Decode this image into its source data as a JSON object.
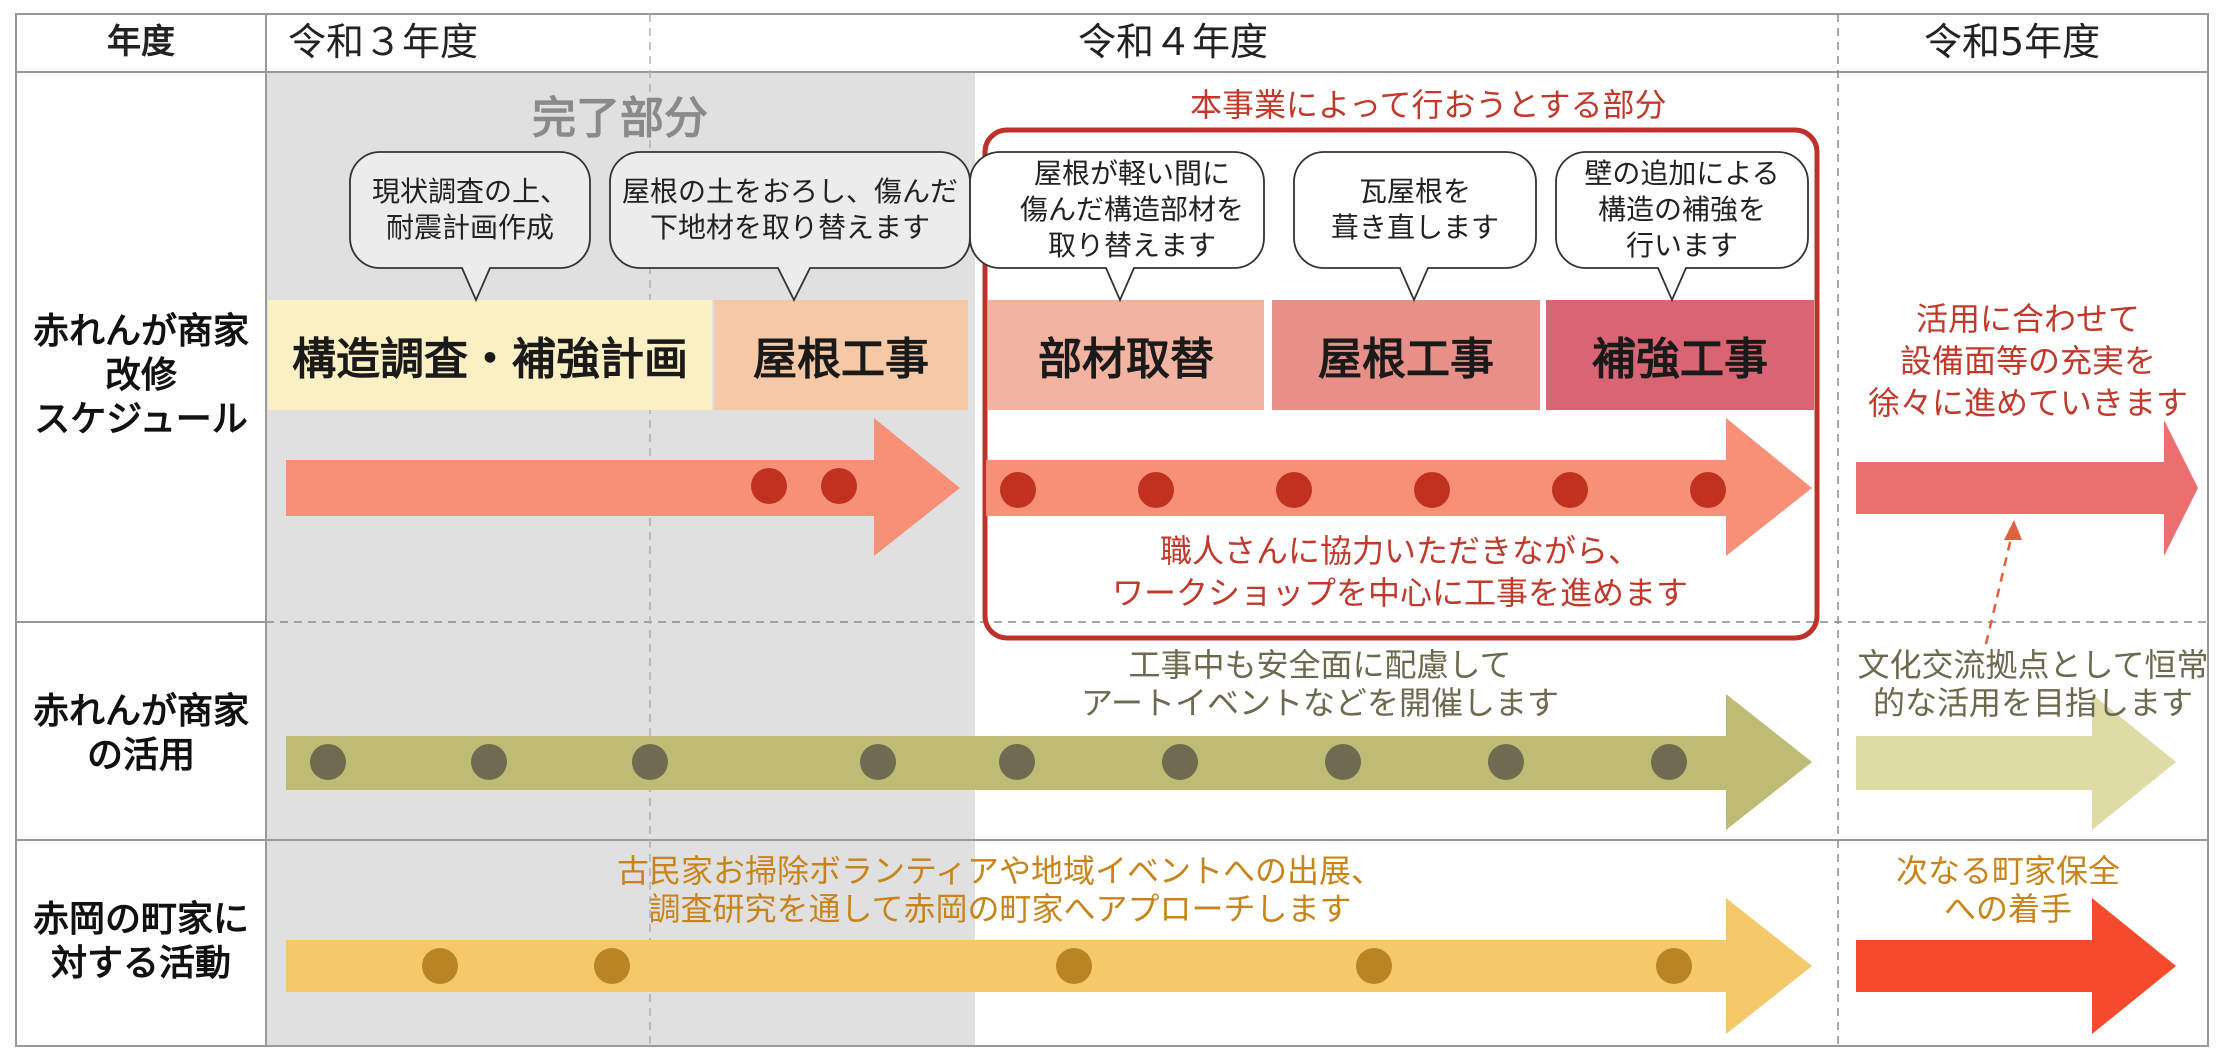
{
  "header": {
    "label": "年度",
    "years": [
      "令和３年度",
      "令和４年度",
      "令和5年度"
    ]
  },
  "rows": {
    "schedule": [
      "赤れんが商家",
      "改修",
      "スケジュール"
    ],
    "utilization": [
      "赤れんが商家",
      "の活用"
    ],
    "activities": [
      "赤岡の町家に",
      "対する活動"
    ]
  },
  "completed_label": "完了部分",
  "project_label": "本事業によって行おうとする部分",
  "bubbles": {
    "b1": [
      "現状調査の上、",
      "耐震計画作成"
    ],
    "b2": [
      "屋根の土をおろし、傷んだ",
      "下地材を取り替えます"
    ],
    "b3": [
      "屋根が軽い間に",
      "傷んだ構造部材を",
      "取り替えます"
    ],
    "b4": [
      "瓦屋根を",
      "葺き直します"
    ],
    "b5": [
      "壁の追加による",
      "構造の補強を",
      "行います"
    ]
  },
  "tasks": {
    "t1": "構造調査・補強計画",
    "t2": "屋根工事",
    "t3": "部材取替",
    "t4": "屋根工事",
    "t5": "補強工事"
  },
  "notes": {
    "r5_schedule": [
      "活用に合わせて",
      "設備面等の充実を",
      "徐々に進めていきます"
    ],
    "workshop": [
      "職人さんに協力いただきながら、",
      "ワークショップを中心に工事を進めます"
    ],
    "event": [
      "工事中も安全面に配慮して",
      "アートイベントなどを開催します"
    ],
    "r5_util": [
      "文化交流拠点として恒常",
      "的な活用を目指します"
    ],
    "volunteer": [
      "古民家お掃除ボランティアや地域イベントへの出展、",
      "調査研究を通して赤岡の町家へアプローチします"
    ],
    "r5_next": [
      "次なる町家保全",
      "への着手"
    ]
  },
  "colors": {
    "completed_bg": "#e0e0e0",
    "project_border": "#c0302a",
    "task1": "#fbefc4",
    "task2": "#f6c9a6",
    "task3": "#f2b3a0",
    "task4": "#e89088",
    "task5": "#d96473",
    "arrow_schedule": "#f89078",
    "arrow_schedule_r5": "#ec7070",
    "dot_schedule": "#c0311f",
    "arrow_util": "#bdbb74",
    "arrow_util_r5": "#dedca4",
    "dot_util": "#6e6b50",
    "arrow_act": "#f5c869",
    "arrow_act_r5": "#f54a2c",
    "dot_act": "#b98424"
  }
}
